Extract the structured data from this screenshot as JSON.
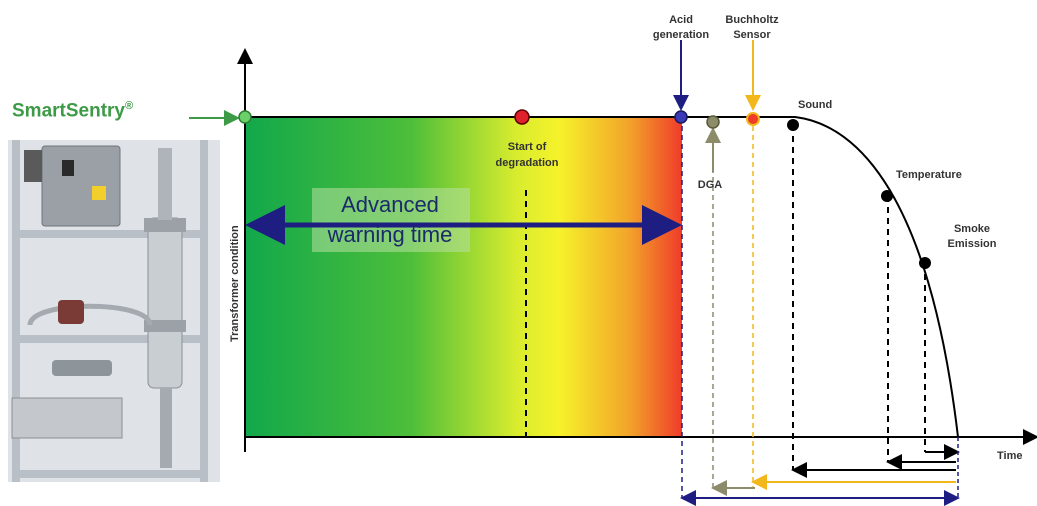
{
  "brand": {
    "name": "SmartSentry",
    "mark": "®"
  },
  "axes": {
    "ylabel": "Transformer condition",
    "xlabel": "Time"
  },
  "band": {
    "line1": "Advanced",
    "line2": "warning time"
  },
  "markers": {
    "start_line1": "Start of",
    "start_line2": "degradation",
    "acid_line1": "Acid",
    "acid_line2": "generation",
    "buchholtz_line1": "Buchholtz",
    "buchholtz_line2": "Sensor",
    "dga": "DGA",
    "sound": "Sound",
    "temperature": "Temperature",
    "smoke_line1": "Smoke",
    "smoke_line2": "Emission"
  },
  "colors": {
    "gradient": [
      "#12a84b",
      "#4dbe3a",
      "#d8ec2e",
      "#f6f22a",
      "#f2a32a",
      "#ef3b2a"
    ],
    "arrow": "#1e1e82",
    "smartsentry": "#3d9a46",
    "buchholtz": "#f2b71a",
    "dga": "#8c8c6a",
    "acid": "#2c2c8a",
    "start": "#e0202a"
  }
}
